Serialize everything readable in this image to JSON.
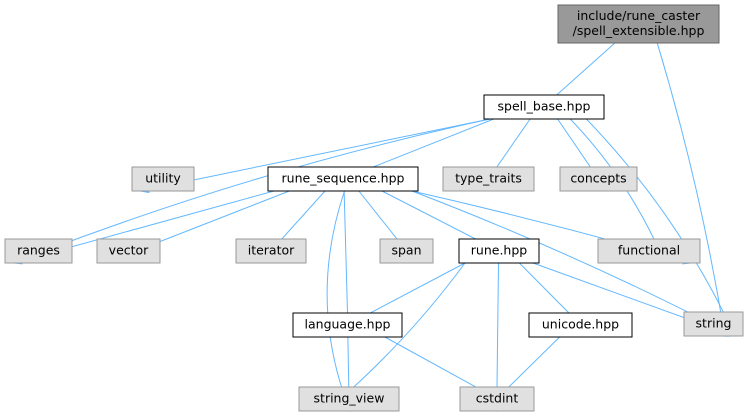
{
  "colors": {
    "edge": "#63b8ff",
    "root_fill": "#999999",
    "root_border": "#666666",
    "header_fill": "#ffffff",
    "header_border": "#000000",
    "system_fill": "#e0e0e0",
    "system_border": "#999999"
  },
  "nodes": {
    "root": {
      "lines": [
        "include/rune_caster",
        "/spell_extensible.hpp"
      ],
      "kind": "root"
    },
    "spell_base": {
      "lines": [
        "spell_base.hpp"
      ],
      "kind": "header"
    },
    "utility": {
      "lines": [
        "utility"
      ],
      "kind": "system"
    },
    "rune_sequence": {
      "lines": [
        "rune_sequence.hpp"
      ],
      "kind": "header"
    },
    "type_traits": {
      "lines": [
        "type_traits"
      ],
      "kind": "system"
    },
    "concepts": {
      "lines": [
        "concepts"
      ],
      "kind": "system"
    },
    "ranges": {
      "lines": [
        "ranges"
      ],
      "kind": "system"
    },
    "vector": {
      "lines": [
        "vector"
      ],
      "kind": "system"
    },
    "iterator": {
      "lines": [
        "iterator"
      ],
      "kind": "system"
    },
    "span": {
      "lines": [
        "span"
      ],
      "kind": "system"
    },
    "rune": {
      "lines": [
        "rune.hpp"
      ],
      "kind": "header"
    },
    "functional": {
      "lines": [
        "functional"
      ],
      "kind": "system"
    },
    "string": {
      "lines": [
        "string"
      ],
      "kind": "system"
    },
    "language": {
      "lines": [
        "language.hpp"
      ],
      "kind": "header"
    },
    "unicode": {
      "lines": [
        "unicode.hpp"
      ],
      "kind": "header"
    },
    "string_view": {
      "lines": [
        "string_view"
      ],
      "kind": "system"
    },
    "cstdint": {
      "lines": [
        "cstdint"
      ],
      "kind": "system"
    }
  },
  "edges": [
    [
      "root",
      "spell_base"
    ],
    [
      "root",
      "string"
    ],
    [
      "spell_base",
      "utility"
    ],
    [
      "spell_base",
      "rune_sequence"
    ],
    [
      "spell_base",
      "type_traits"
    ],
    [
      "spell_base",
      "concepts"
    ],
    [
      "spell_base",
      "ranges"
    ],
    [
      "spell_base",
      "functional"
    ],
    [
      "spell_base",
      "string"
    ],
    [
      "rune_sequence",
      "ranges"
    ],
    [
      "rune_sequence",
      "vector"
    ],
    [
      "rune_sequence",
      "iterator"
    ],
    [
      "rune_sequence",
      "span"
    ],
    [
      "rune_sequence",
      "rune"
    ],
    [
      "rune_sequence",
      "functional"
    ],
    [
      "rune_sequence",
      "string"
    ],
    [
      "rune_sequence",
      "language"
    ],
    [
      "rune_sequence",
      "string_view"
    ],
    [
      "rune",
      "language"
    ],
    [
      "rune",
      "unicode"
    ],
    [
      "rune",
      "string"
    ],
    [
      "rune",
      "string_view"
    ],
    [
      "rune",
      "cstdint"
    ],
    [
      "language",
      "string_view"
    ],
    [
      "language",
      "cstdint"
    ],
    [
      "unicode",
      "cstdint"
    ]
  ]
}
